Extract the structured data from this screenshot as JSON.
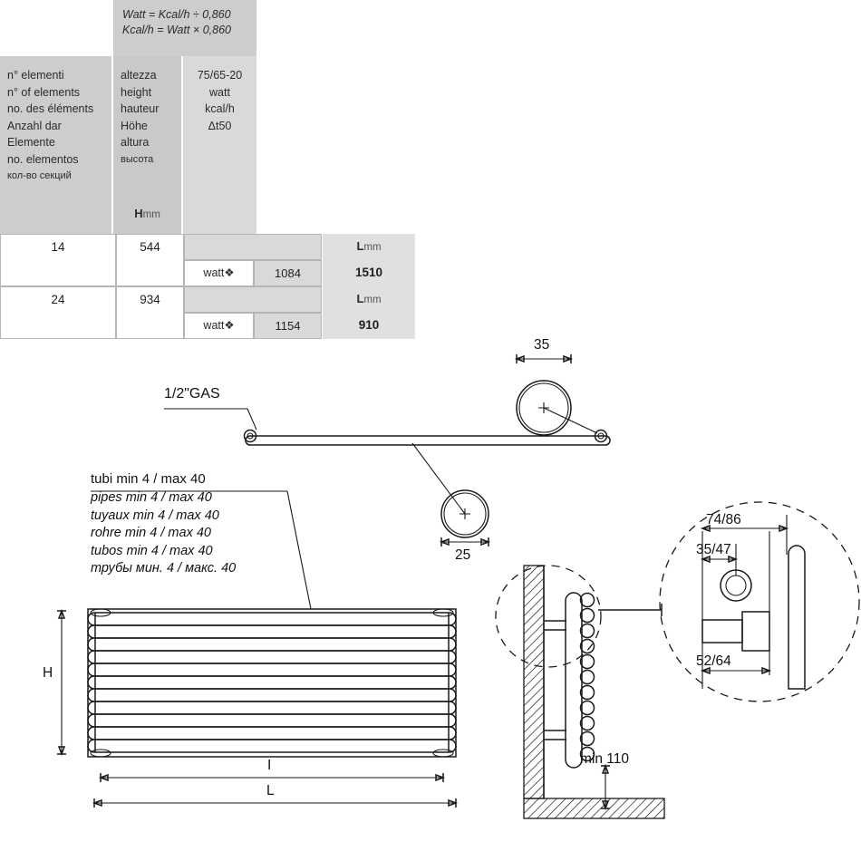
{
  "table": {
    "formula": {
      "line1": "Watt = Kcal/h ÷ 0,860",
      "line2": "Kcal/h = Watt × 0,860"
    },
    "col_elements": {
      "it": "n° elementi",
      "en": "n° of elements",
      "fr": "no. des éléments",
      "de_1": "Anzahl dar",
      "de_2": "Elemente",
      "es": "no. elementos",
      "ru": "кол-во секций"
    },
    "col_height": {
      "it": "altezza",
      "en": "height",
      "fr": "hauteur",
      "de": "Höhe",
      "es": "altura",
      "ru": "высота",
      "unit_label": "H",
      "unit_suffix": "mm"
    },
    "col_output": {
      "line1": "75/65-20",
      "line2": "watt",
      "line3": "kcal/h",
      "line4": "Δt50"
    },
    "length_header": {
      "label": "L",
      "unit_suffix": "mm"
    },
    "watt_label": "watt❖",
    "rows": [
      {
        "elements": "14",
        "height": "544",
        "watt_label": "watt❖",
        "watt_value": "1084",
        "l_header": "L",
        "l_unit": "mm",
        "length": "1510"
      },
      {
        "elements": "24",
        "height": "934",
        "watt_label": "watt❖",
        "watt_value": "1154",
        "l_header": "L",
        "l_unit": "mm",
        "length": "910"
      }
    ]
  },
  "drawing": {
    "gas_label": "1/2\"GAS",
    "dim_35": "35",
    "dim_25": "25",
    "pipes": {
      "it": "tubi min 4 / max 40",
      "en": "pipes min 4 / max 40",
      "fr": "tuyaux min 4 / max 40",
      "de": "rohre min 4 / max 40",
      "es": "tubos min 4 / max 40",
      "ru": "трубы мин. 4 / макс. 40"
    },
    "dim_H": "H",
    "dim_I": "I",
    "dim_L": "L",
    "dim_min110": "min 110",
    "detail": {
      "dim_74_86": "74/86",
      "dim_35_47": "35/47",
      "dim_52_64": "52/64"
    }
  }
}
